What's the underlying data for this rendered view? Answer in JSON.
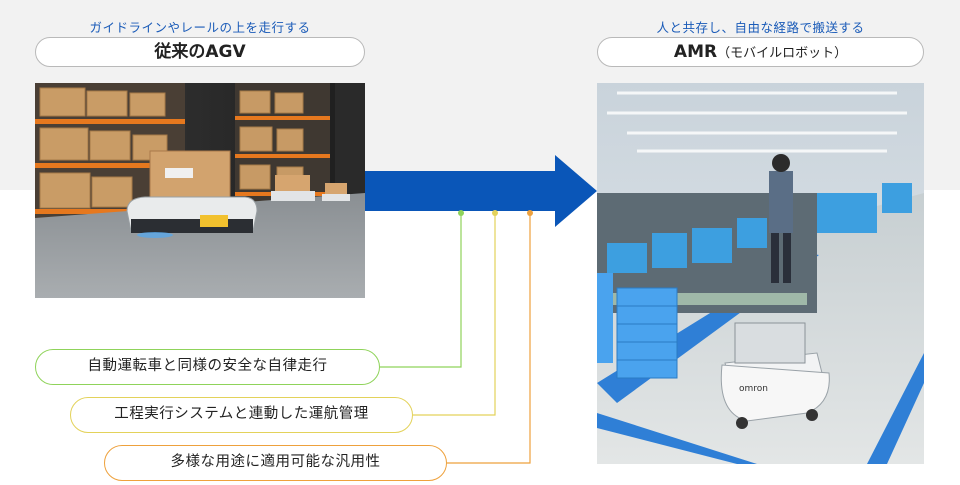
{
  "left": {
    "caption": "ガイドラインやレールの上を走行する",
    "title": "従来のAGV",
    "image": "agv-warehouse-photo"
  },
  "right": {
    "caption": "人と共存し、自由な経路で搬送する",
    "title": "AMR",
    "title_sub": "（モバイルロボット）",
    "image": "amr-factory-photo",
    "robot_brand": "omron"
  },
  "arrow": {
    "icon": "right-arrow-icon",
    "color": "#0a56b8"
  },
  "features": [
    {
      "label": "自動運転車と同様の安全な自律走行",
      "color": "#8fd35a"
    },
    {
      "label": "工程実行システムと連動した運航管理",
      "color": "#e3d25a"
    },
    {
      "label": "多様な用途に適用可能な汎用性",
      "color": "#eea13c"
    }
  ]
}
